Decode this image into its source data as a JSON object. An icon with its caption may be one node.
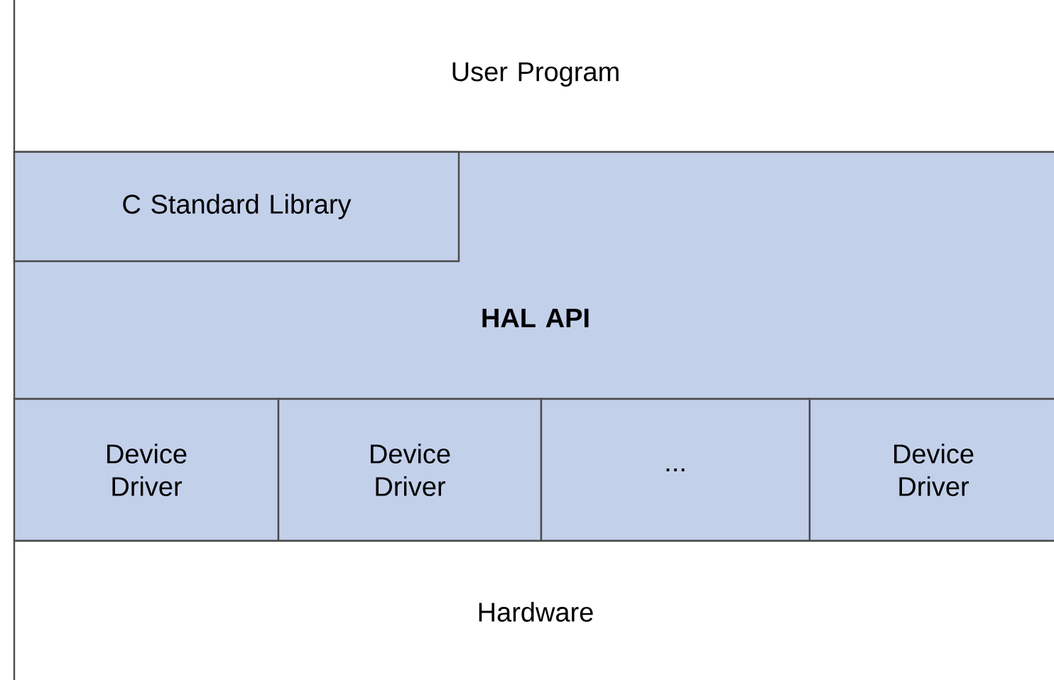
{
  "diagram": {
    "nodes": [
      {
        "text": [
          "User Program"
        ]
      },
      {
        "text": [
          "HAL API"
        ]
      },
      {
        "text": [
          "C Standard Library"
        ],
        "in": 1
      },
      {
        "text": [
          "Device Driver"
        ]
      },
      {
        "text": [
          "Device Driver"
        ]
      },
      {
        "text": [
          "..."
        ]
      },
      {
        "text": [
          "Device Driver"
        ]
      },
      {
        "text": [
          "Hardware"
        ]
      }
    ]
  }
}
